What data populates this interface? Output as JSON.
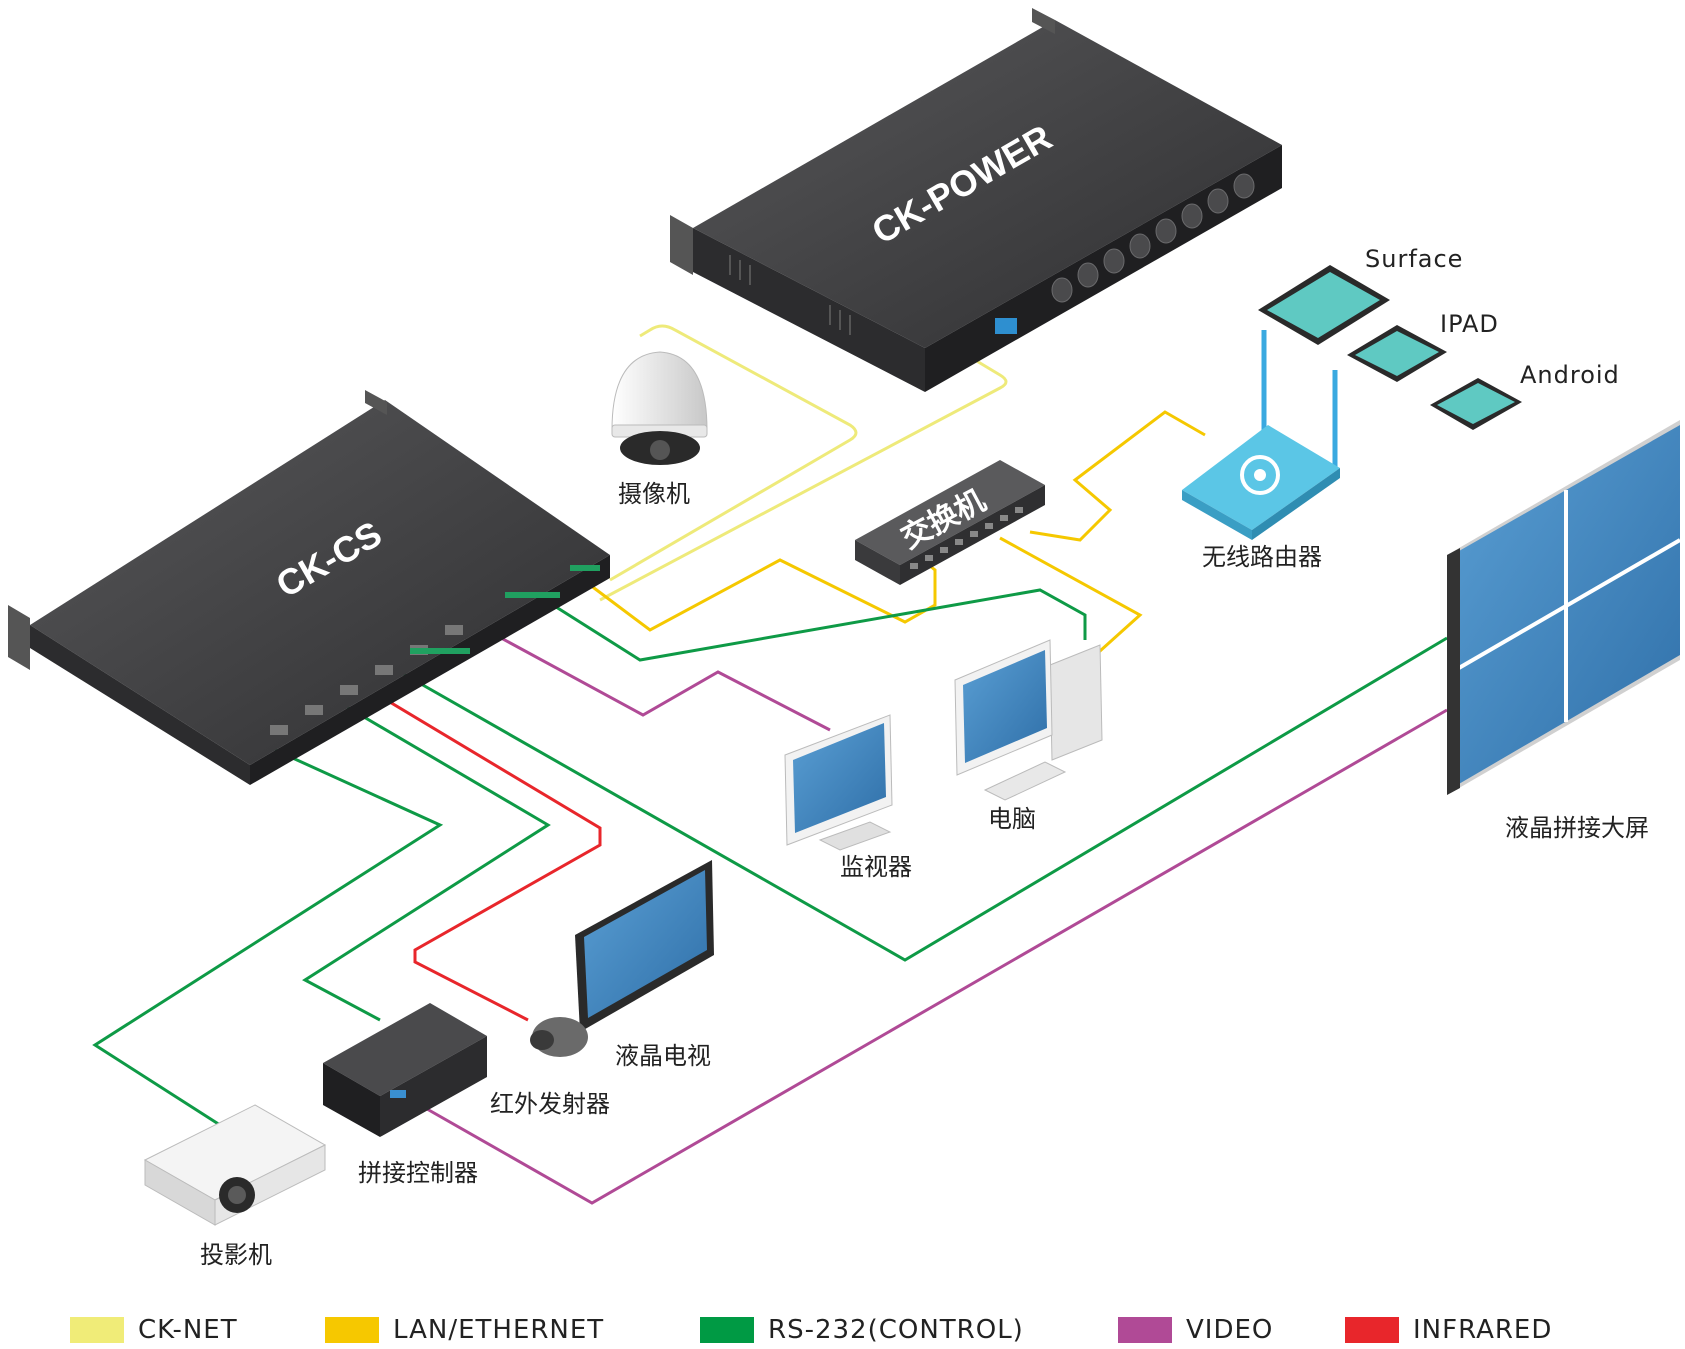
{
  "devices": {
    "ck_power": "CK-POWER",
    "ck_cs": "CK-CS",
    "switch": "交换机",
    "camera": "摄像机",
    "router": "无线路由器",
    "surface": "Surface",
    "ipad": "IPAD",
    "android": "Android",
    "video_wall": "液晶拼接大屏",
    "computer": "电脑",
    "monitor": "监视器",
    "lcd_tv": "液晶电视",
    "ir_emitter": "红外发射器",
    "splice_controller": "拼接控制器",
    "projector": "投影机"
  },
  "legend": [
    {
      "label": "CK-NET",
      "color": "#f0ec78"
    },
    {
      "label": "LAN/ETHERNET",
      "color": "#f6c800"
    },
    {
      "label": "RS-232(CONTROL)",
      "color": "#009a44"
    },
    {
      "label": "VIDEO",
      "color": "#b04a96"
    },
    {
      "label": "INFRARED",
      "color": "#e8262b"
    }
  ],
  "colors": {
    "device_body": "#3a3a3c",
    "screen": "#3c83bf",
    "tablet_screen": "#5fc9c2",
    "router": "#5bc6e6"
  }
}
